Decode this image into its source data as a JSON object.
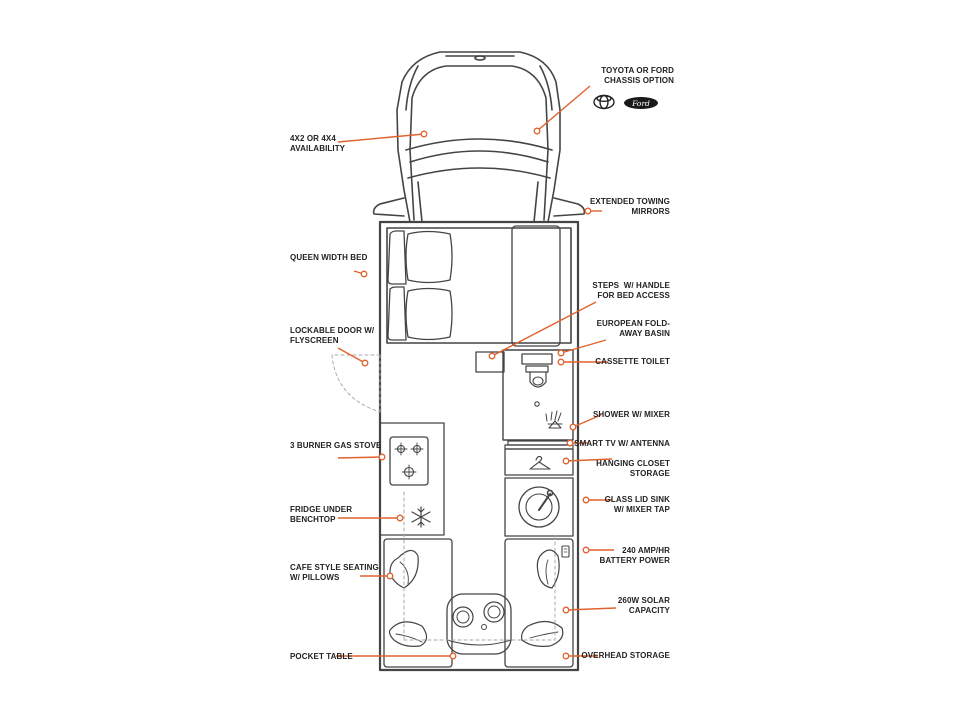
{
  "colors": {
    "accent": "#e0622d",
    "outline": "#444444",
    "text": "#222222",
    "guide": "#aaaaaa"
  },
  "labels": {
    "chassis": "TOYOTA OR FORD\nCHASSIS OPTION",
    "drive": "4X2 OR 4X4\nAVAILABILITY",
    "mirrors": "EXTENDED TOWING\nMIRRORS",
    "bed": "QUEEN WIDTH BED",
    "steps": "STEPS  W/ HANDLE\nFOR BED ACCESS",
    "door": "LOCKABLE DOOR W/\nFLYSCREEN",
    "basin": "EUROPEAN FOLD-\nAWAY BASIN",
    "toilet": "CASSETTE TOILET",
    "shower": "SHOWER W/ MIXER",
    "stove": "3 BURNER GAS STOVE",
    "tv": "SMART TV W/ ANTENNA",
    "closet": "HANGING CLOSET\nSTORAGE",
    "sink": "GLASS LID SINK\nW/ MIXER TAP",
    "fridge": "FRIDGE UNDER\nBENCHTOP",
    "battery": "240 AMP/HR\nBATTERY POWER",
    "seating": "CAFE STYLE SEATING\nW/ PILLOWS",
    "solar": "260W SOLAR\nCAPACITY",
    "table": "POCKET TABLE",
    "overhead": "OVERHEAD STORAGE"
  },
  "brands": {
    "ford_badge": "Ford",
    "icons": [
      "toyota-logo",
      "ford-logo"
    ]
  }
}
